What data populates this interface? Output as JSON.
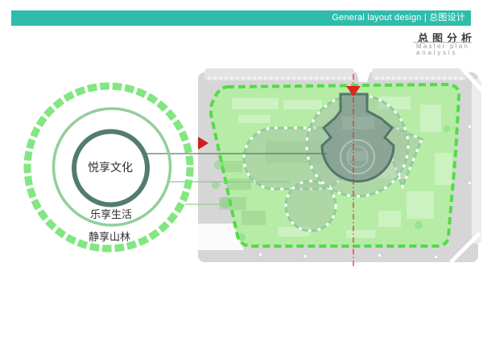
{
  "header": {
    "title": "General layout design | 总图设计"
  },
  "section": {
    "title_cn": "总图分析",
    "subtitle_line1": "Master plan",
    "subtitle_line2": "analysis"
  },
  "diagram": {
    "center_label": "悦享文化",
    "middle_label": "乐享生活",
    "outer_label": "静享山林"
  },
  "colors": {
    "header_teal": "#2fbcab",
    "ring_inner": "#527d6b",
    "ring_middle": "#92cf9a",
    "ring_outer": "#82e682",
    "site_fill": "#b4eda3",
    "site_dashed_border": "#52dc45",
    "zone_middle_border": "#8fcf97",
    "zone_dark_fill": "#87a195",
    "zone_dark_border": "#4b7064",
    "axis_red": "#d93222",
    "road_gray": "#d6d6d6"
  }
}
